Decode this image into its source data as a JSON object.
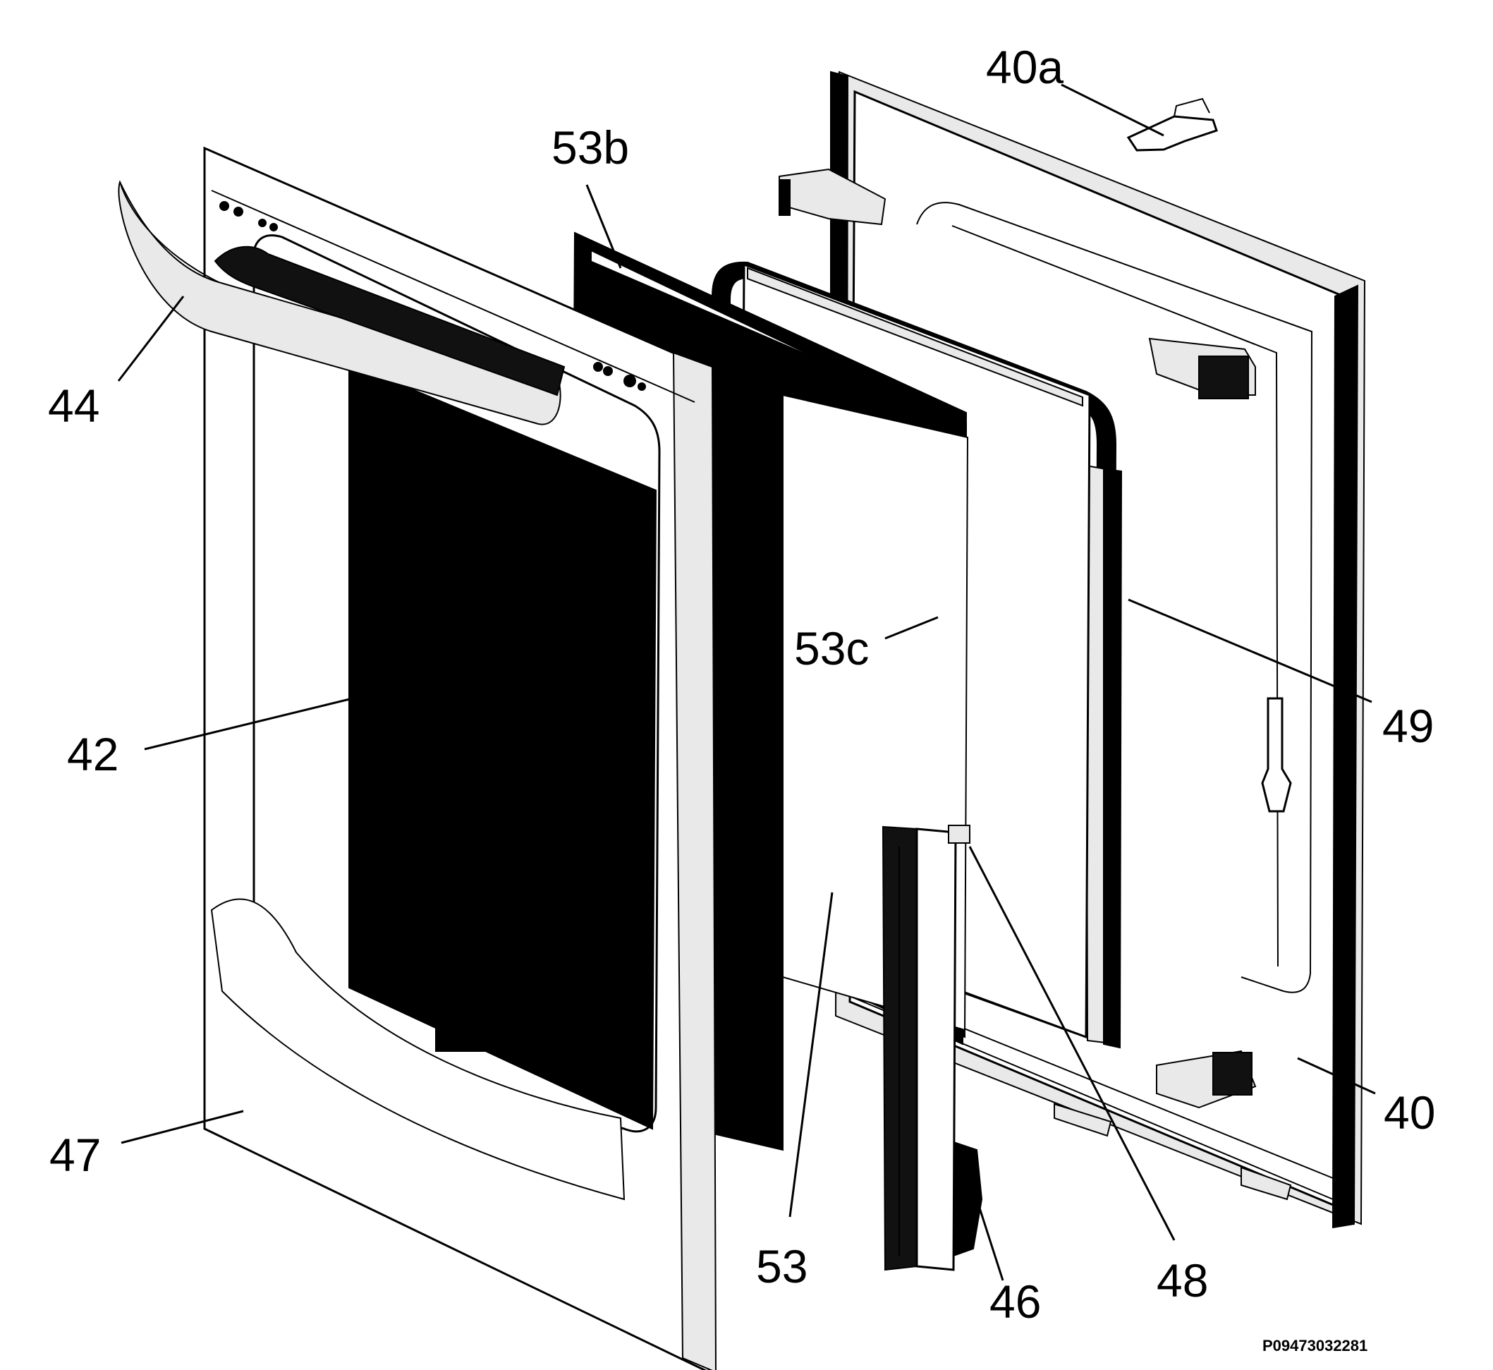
{
  "diagram": {
    "parts": [
      {
        "id": "40a",
        "label": "40a"
      },
      {
        "id": "53b",
        "label": "53b"
      },
      {
        "id": "44",
        "label": "44"
      },
      {
        "id": "53c",
        "label": "53c"
      },
      {
        "id": "49",
        "label": "49"
      },
      {
        "id": "42",
        "label": "42"
      },
      {
        "id": "40",
        "label": "40"
      },
      {
        "id": "47",
        "label": "47"
      },
      {
        "id": "53",
        "label": "53"
      },
      {
        "id": "48",
        "label": "48"
      },
      {
        "id": "46",
        "label": "46"
      }
    ],
    "reference_code": "P09473032281"
  }
}
